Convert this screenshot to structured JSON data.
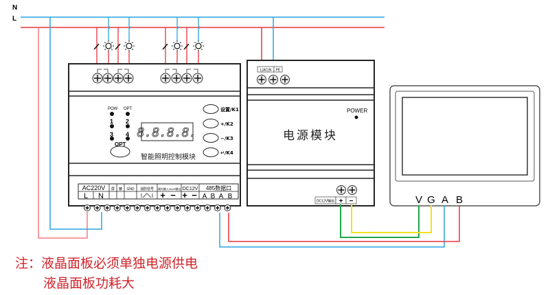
{
  "lines": {
    "neutral": "N",
    "live": "L"
  },
  "colors": {
    "live": "#e8333c",
    "neutral": "#29a3e0",
    "green": "#1fa64a",
    "yellow": "#f2e21b",
    "note": "#d2232a"
  },
  "control_module": {
    "title": "智能照明控制模块",
    "leds": [
      "POW",
      "OPT",
      "1",
      "2",
      "3",
      "4"
    ],
    "display": "8.8.8.8.",
    "opt_button": "OPT",
    "buttons": [
      "设置/K1",
      "+/K2",
      "−/K3",
      "↵/K4"
    ],
    "terminal_headers": [
      "AC220V",
      "屏",
      "蔽",
      "GND",
      "消防信号",
      "调光输入/AUX输出",
      "DC12V",
      "485数据口"
    ],
    "terminal_labels": [
      "L",
      "N",
      "+",
      "−",
      "+",
      "−",
      "A",
      "B",
      "A",
      "B"
    ]
  },
  "power_module": {
    "title": "电源模块",
    "power_label": "POWER",
    "input_label": "L(AC)N",
    "pe_label": "PE",
    "output_label": "DC12V输出",
    "output_terminals": [
      "+",
      "−"
    ]
  },
  "lcd_panel": {
    "terminals": [
      "V",
      "G",
      "A",
      "B"
    ]
  },
  "notes": {
    "line1": "注：液晶面板必须单独电源供电",
    "line2": "液晶面板功耗大"
  }
}
